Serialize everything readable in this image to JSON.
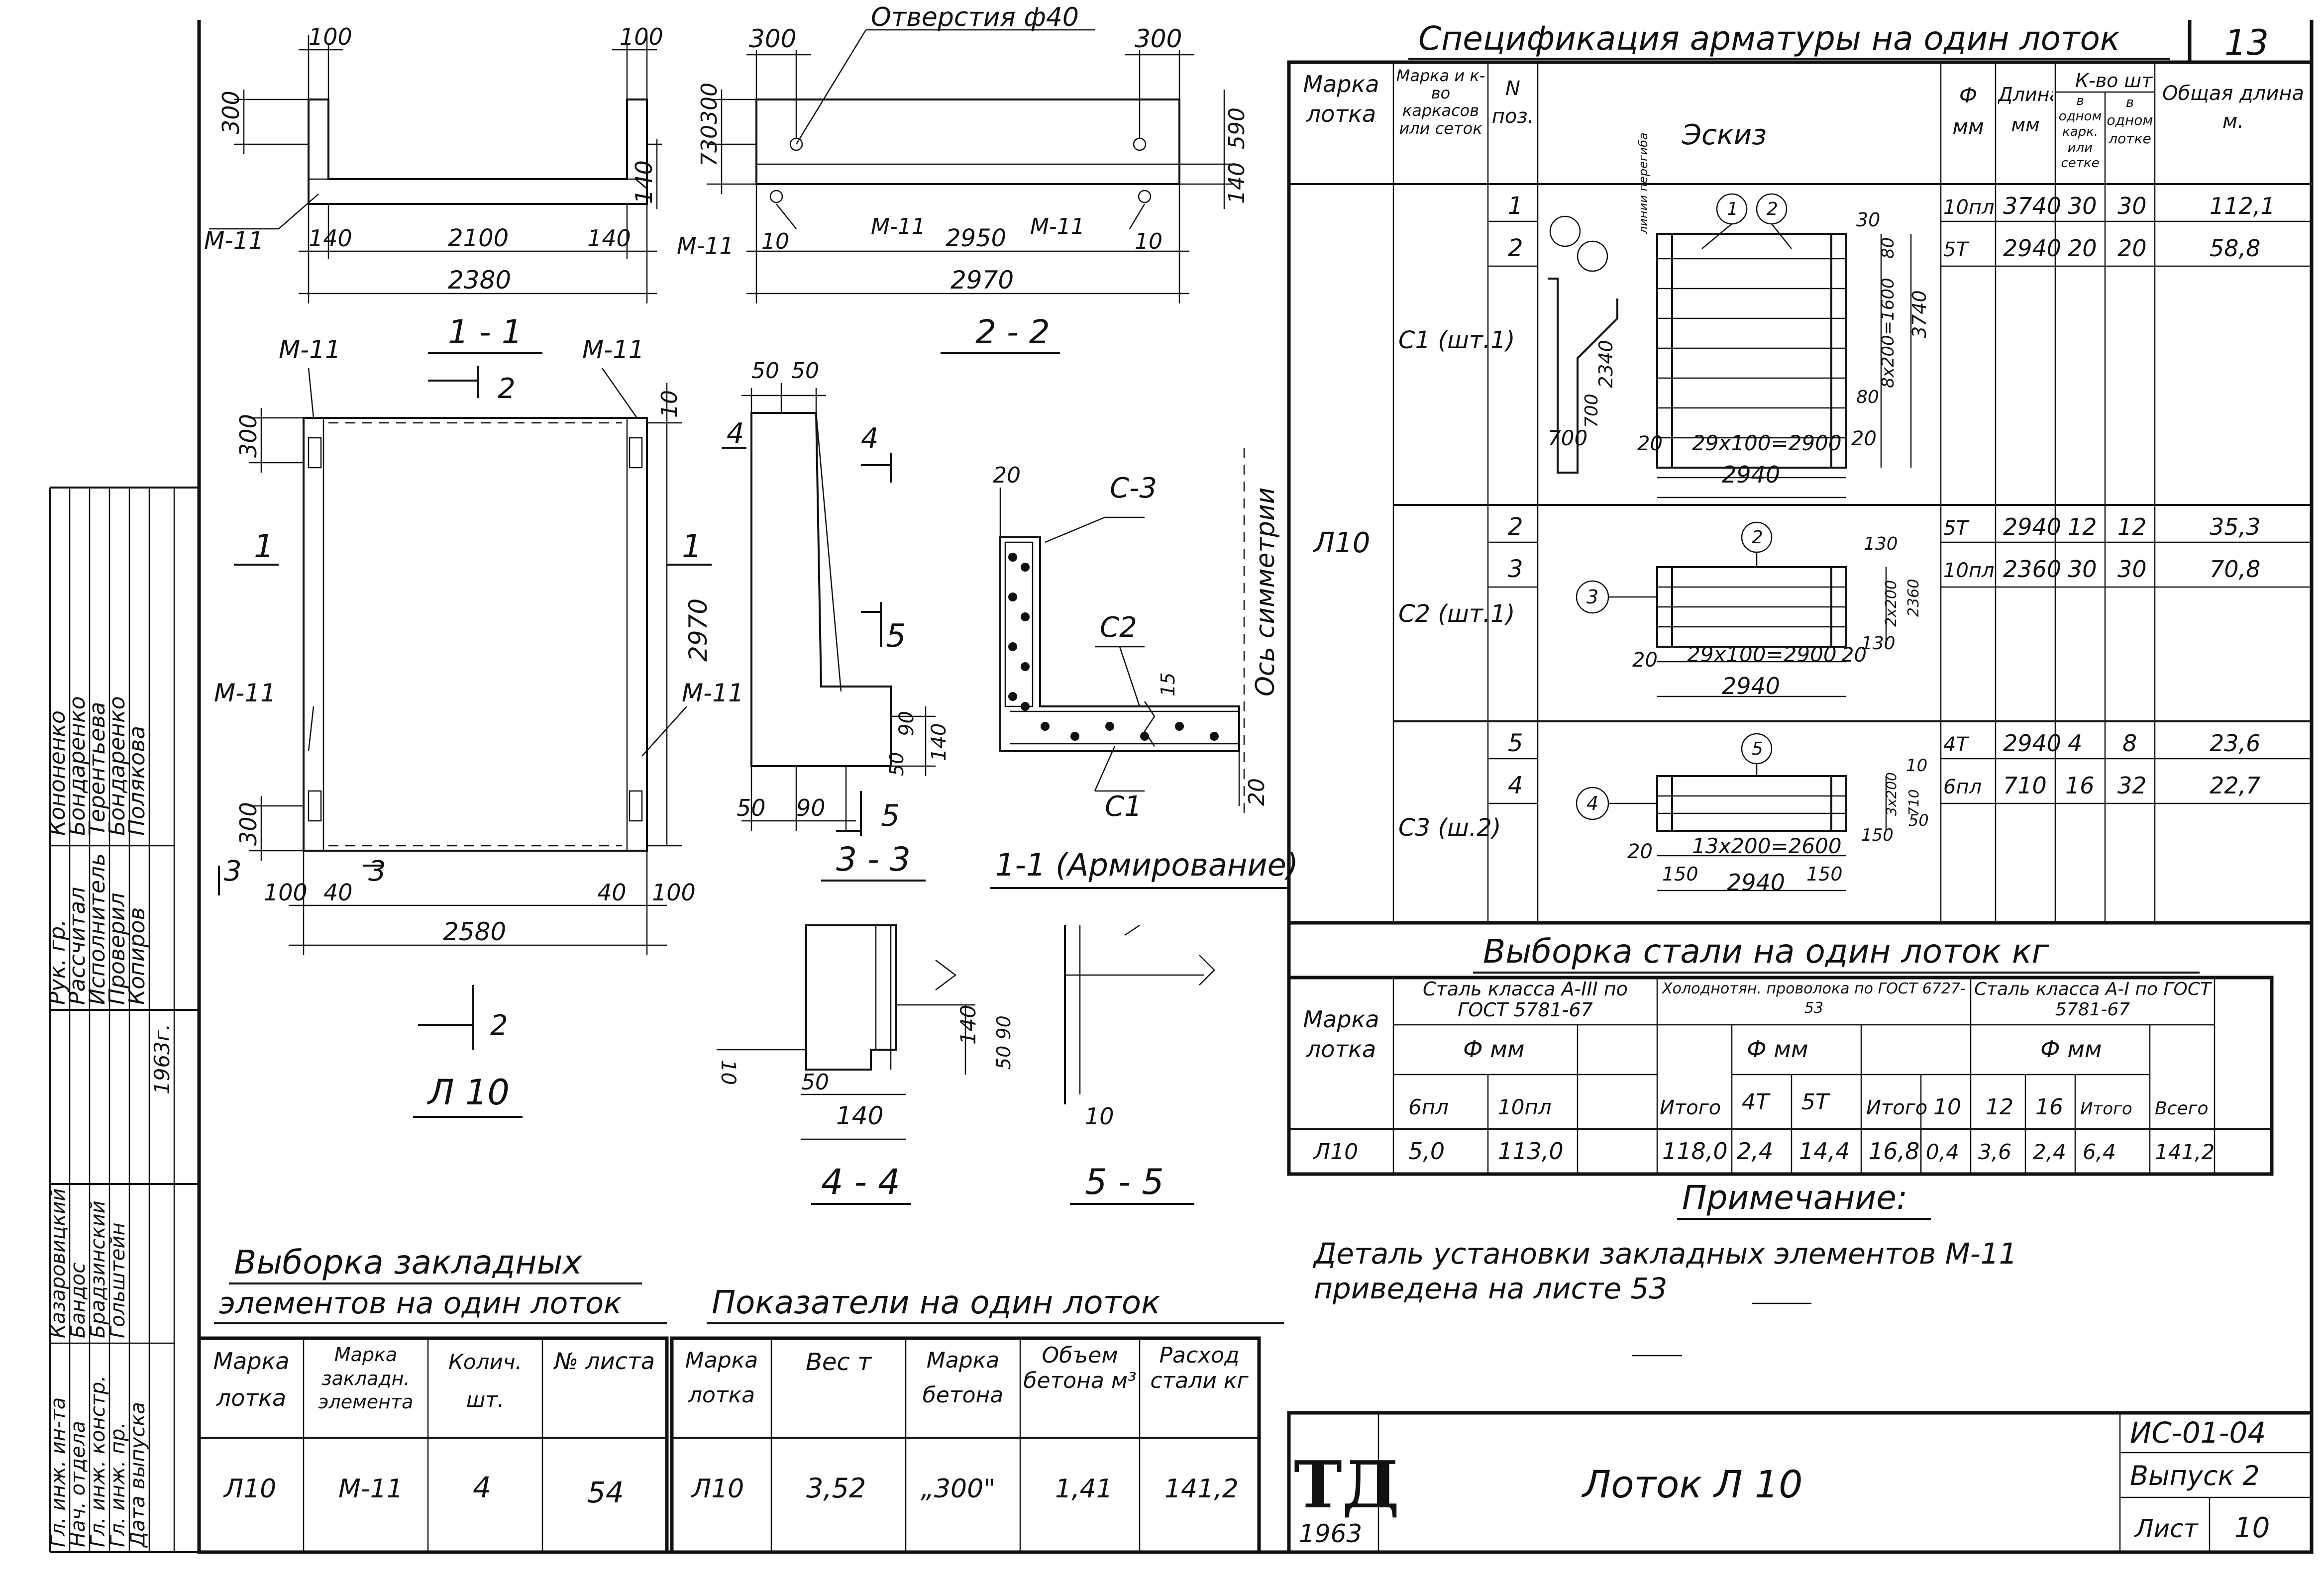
{
  "stamp": {
    "sheet_code": "13"
  },
  "side_block": {
    "rows_a": [
      "Рук. гр.",
      "Рассчитал",
      "Исполнитель",
      "Проверил",
      "Копиров"
    ],
    "names_a": [
      "Кононенко",
      "Бондаренко",
      "Терентьева",
      "Бондаренко",
      "Полякова"
    ],
    "year": "1963г.",
    "rows_b": [
      "Гл. инж. ин-та",
      "Нач. отдела",
      "Гл. инж. констр.",
      "Гл. инж. пр.",
      "Дата выпуска"
    ],
    "names_b": [
      "Казаровицкий",
      "Бандос",
      "Брадзинский",
      "Гольштейн"
    ]
  },
  "view_1_1": {
    "d100a": "100",
    "d100b": "100",
    "d300": "300",
    "d140": "140",
    "m11a": "M-11",
    "d140a": "140",
    "d2100": "2100",
    "d140b": "140",
    "d2380": "2380",
    "title": "1 - 1"
  },
  "view_2_2": {
    "d300a": "300",
    "hole_label": "Отверстия ф40",
    "d300b": "300",
    "d300c": "300",
    "d730": "730",
    "d590": "590",
    "d140": "140",
    "m11a": "M-11",
    "d10a": "10",
    "m11b": "M-11",
    "d2950": "2950",
    "m11c": "M-11",
    "d10b": "10",
    "d2970": "2970",
    "title": "2 - 2"
  },
  "plan": {
    "m11tl": "M-11",
    "m11tr": "M-11",
    "cut2": "2",
    "d300": "300",
    "d10": "10",
    "cut1l": "1",
    "cut1r": "1",
    "d2970": "2970",
    "m11l": "M-11",
    "m11r": "M-11",
    "d300b": "300",
    "cut3l": "3",
    "cut3r": "3",
    "d100a": "100",
    "d40a": "40",
    "d40b": "40",
    "d100b": "100",
    "d2580": "2580",
    "cut2b": "2",
    "title": "Л 10"
  },
  "view_3_3": {
    "d50a": "50",
    "d50b": "50",
    "cut4": "4",
    "cut4b": "4",
    "cut5": "5",
    "d90": "90",
    "d140": "140",
    "d50c": "50",
    "d50d": "50",
    "d90b": "90",
    "cut5b": "5",
    "title": "3 - 3"
  },
  "armature": {
    "d20": "20",
    "c3": "С-3",
    "c2": "С2",
    "d15": "15",
    "c1": "С1",
    "d20b": "20",
    "axis": "Ось симметрии",
    "title": "1-1 (Армирование)"
  },
  "view_4_4": {
    "d140": "140",
    "d90": "50 90",
    "d10": "10",
    "d50": "50",
    "d140b": "140",
    "title": "4 - 4"
  },
  "view_5_5": {
    "d10": "10",
    "title": "5 - 5"
  },
  "spec": {
    "title": "Спецификация арматуры на один лоток",
    "headers": {
      "mark": "Марка лотка",
      "frame": "Марка и к-во каркасов или сеток",
      "pos": "N поз.",
      "sketch": "Эскиз",
      "dia": "Ф мм",
      "length": "Длина мм",
      "qty": "К-во шт",
      "qty_frame": "в одном карк. или сетке",
      "qty_tray": "в одном лотке",
      "total": "Общая длина м."
    },
    "tray": "Л10",
    "groups": [
      {
        "frame": "С1 (шт.1)",
        "rows": [
          {
            "pos": "1",
            "dia": "10пл",
            "length": "3740",
            "q1": "30",
            "q2": "30",
            "total": "112,1"
          },
          {
            "pos": "2",
            "dia": "5Т",
            "length": "2940",
            "q1": "20",
            "q2": "20",
            "total": "58,8"
          }
        ]
      },
      {
        "frame": "С2 (шт.1)",
        "rows": [
          {
            "pos": "2",
            "dia": "5Т",
            "length": "2940",
            "q1": "12",
            "q2": "12",
            "total": "35,3"
          },
          {
            "pos": "3",
            "dia": "10пл",
            "length": "2360",
            "q1": "30",
            "q2": "30",
            "total": "70,8"
          }
        ]
      },
      {
        "frame": "С3 (ш.2)",
        "rows": [
          {
            "pos": "5",
            "dia": "4Т",
            "length": "2940",
            "q1": "4",
            "q2": "8",
            "total": "23,6"
          },
          {
            "pos": "4",
            "dia": "6пл",
            "length": "710",
            "q1": "16",
            "q2": "32",
            "total": "22,7"
          }
        ]
      }
    ],
    "sketch1": {
      "d30": "30",
      "d80": "80",
      "d2340": "2340",
      "d8x200": "8x200=1600",
      "d3740": "3740",
      "d700": "700",
      "d80b": "80",
      "d700b": "700",
      "d20a": "20",
      "d29x100": "29x100=2900",
      "d20b": "20",
      "d2940": "2940",
      "c1": "1",
      "c2": "2",
      "lines": "линии перегиба"
    },
    "sketch2": {
      "d130a": "130",
      "d2x200": "2x200",
      "d2360": "2360",
      "d130b": "130",
      "d20a": "20",
      "d29x100": "29x100=2900",
      "d20b": "20",
      "d2940": "2940",
      "c2": "2",
      "c3": "3"
    },
    "sketch3": {
      "d10": "10",
      "d3x200": "3x200",
      "d710": "710",
      "d50": "50",
      "d150": "150",
      "d20": "20",
      "d13x200": "13x200=2600",
      "d150a": "150",
      "d2940": "2940",
      "d150b": "150",
      "c5": "5",
      "c4": "4"
    }
  },
  "steel": {
    "title": "Выборка стали на один лоток кг",
    "h_mark": "Марка лотка",
    "h_a3": "Сталь класса А-III по ГОСТ 5781-67",
    "h_cold": "Холоднотян. проволока по ГОСТ 6727-53",
    "h_a1": "Сталь класса А-I по ГОСТ 5781-67",
    "h_dia": "Ф мм",
    "sub": [
      "6пл",
      "10пл",
      "",
      "Итого",
      "4Т",
      "5Т",
      "Итого",
      "10",
      "12",
      "16",
      "Итого",
      "Всего"
    ],
    "row": [
      "Л10",
      "5,0",
      "113,0",
      "",
      "118,0",
      "2,4",
      "14,4",
      "16,8",
      "0,4",
      "3,6",
      "2,4",
      "6,4",
      "141,2"
    ]
  },
  "note": {
    "title": "Примечание:",
    "line1": "Деталь установки закладных элементов М-11",
    "line2": "приведена на листе 53"
  },
  "embedded": {
    "title1": "Выборка закладных",
    "title2": "элементов на один лоток",
    "headers": [
      "Марка лотка",
      "Марка закладн. элемента",
      "Колич. шт.",
      "№ листа"
    ],
    "row": [
      "Л10",
      "М-11",
      "4",
      "54"
    ]
  },
  "indicators": {
    "title": "Показатели на один лоток",
    "headers": [
      "Марка лотка",
      "Вес т",
      "Марка бетона",
      "Объем бетона м³",
      "Расход стали кг"
    ],
    "row": [
      "Л10",
      "3,52",
      "„300\"",
      "1,41",
      "141,2"
    ]
  },
  "title_block": {
    "logo": "ТД",
    "year": "1963",
    "name": "Лоток Л 10",
    "code": "ИС-01-04",
    "issue": "Выпуск 2",
    "sheet_label": "Лист",
    "sheet": "10"
  }
}
